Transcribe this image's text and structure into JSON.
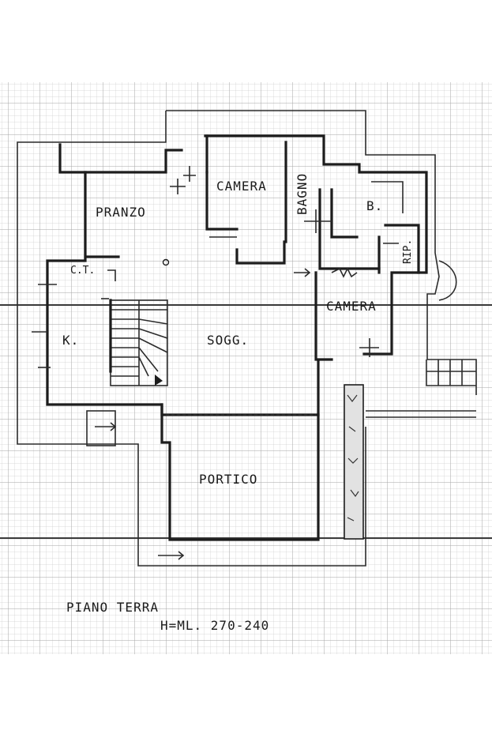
{
  "labels": {
    "pranzo": "PRANZO",
    "camera_top": "CAMERA",
    "bagno": "BAGNO",
    "bathroom_small": "B.",
    "rip": "RIP.",
    "camera_right": "CAMERA",
    "kitchen": "K.",
    "soggiorno": "SOGG.",
    "portico": "PORTICO",
    "ct": "C.T."
  },
  "caption": {
    "floor": "PIANO  TERRA",
    "height": "H=ML. 270-240"
  },
  "colors": {
    "grid_fine": "#c9c9c9",
    "grid_major": "#9a9a9a",
    "line": "#1d1d1d",
    "paper": "#ffffff"
  }
}
